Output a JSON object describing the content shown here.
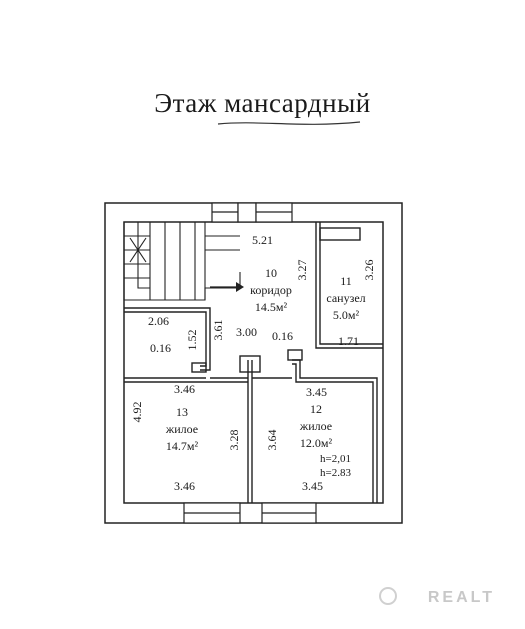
{
  "title": "Этаж мансардный",
  "rooms": [
    {
      "number": "10",
      "name": "коридор",
      "area": "14.5м²"
    },
    {
      "number": "11",
      "name": "санузел",
      "area": "5.0м²"
    },
    {
      "number": "12",
      "name": "жилое",
      "area": "12.0м²"
    },
    {
      "number": "13",
      "name": "жилое",
      "area": "14.7м²"
    }
  ],
  "dimensions": {
    "d521": "5.21",
    "d327": "3.27",
    "d326": "3.26",
    "d206": "2.06",
    "d152": "1.52",
    "d361": "3.61",
    "d300": "3.00",
    "d016a": "0.16",
    "d016b": "0.16",
    "d171": "1.71",
    "d346a": "3.46",
    "d345a": "3.45",
    "d492": "4.92",
    "d328": "3.28",
    "d364": "3.64",
    "d346b": "3.46",
    "d345b": "3.45"
  },
  "heights": {
    "h1": "h=2,01",
    "h2": "h=2.83"
  },
  "watermark": "REALT"
}
